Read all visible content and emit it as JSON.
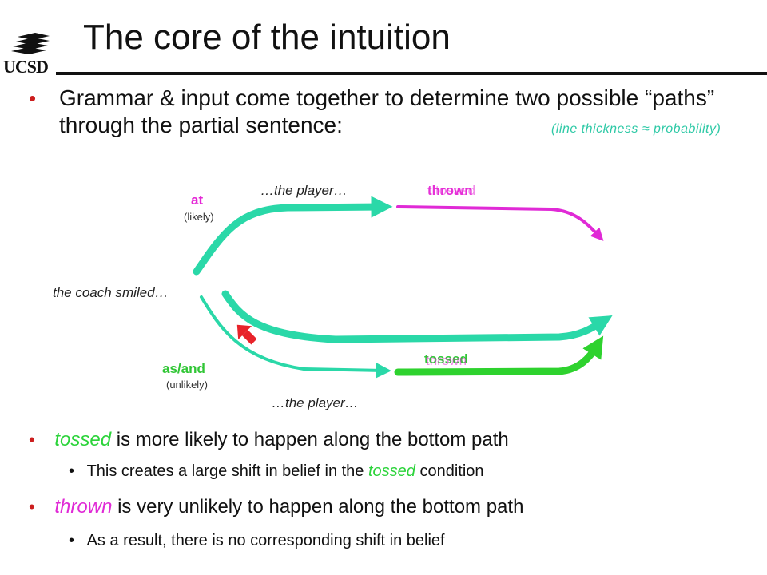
{
  "logo": {
    "text": "UCSD"
  },
  "title": "The core of the intuition",
  "bullets": {
    "b1": "Grammar & input come together to determine two possible “paths” through the partial sentence:",
    "note": "(line thickness ≈ probability)"
  },
  "diagram": {
    "start": "the coach smiled…",
    "top_word": "at",
    "top_prob": "(likely)",
    "top_np": "…the player…",
    "top_end_a": "thrown",
    "top_end_b": "tossed",
    "bottom_word": "as/and",
    "bottom_prob": "(unlikely)",
    "bottom_np": "…the player…",
    "bottom_end_a": "tossed",
    "bottom_end_b": "thrown"
  },
  "lower": {
    "p1_word": "tossed",
    "p1_rest": " is more likely to happen along the bottom path",
    "s1_pre": "This creates a large shift in belief in the ",
    "s1_word": "tossed",
    "s1_post": " condition",
    "p2_word": "thrown",
    "p2_rest": " is very unlikely to happen along the bottom path",
    "s2": "As a result, there is no corresponding shift in belief"
  },
  "colors": {
    "teal": "#2ad8a8",
    "magenta": "#e02ad6",
    "green": "#2ed22e",
    "red": "#e8232a",
    "bullet": "#cc1e1e"
  }
}
